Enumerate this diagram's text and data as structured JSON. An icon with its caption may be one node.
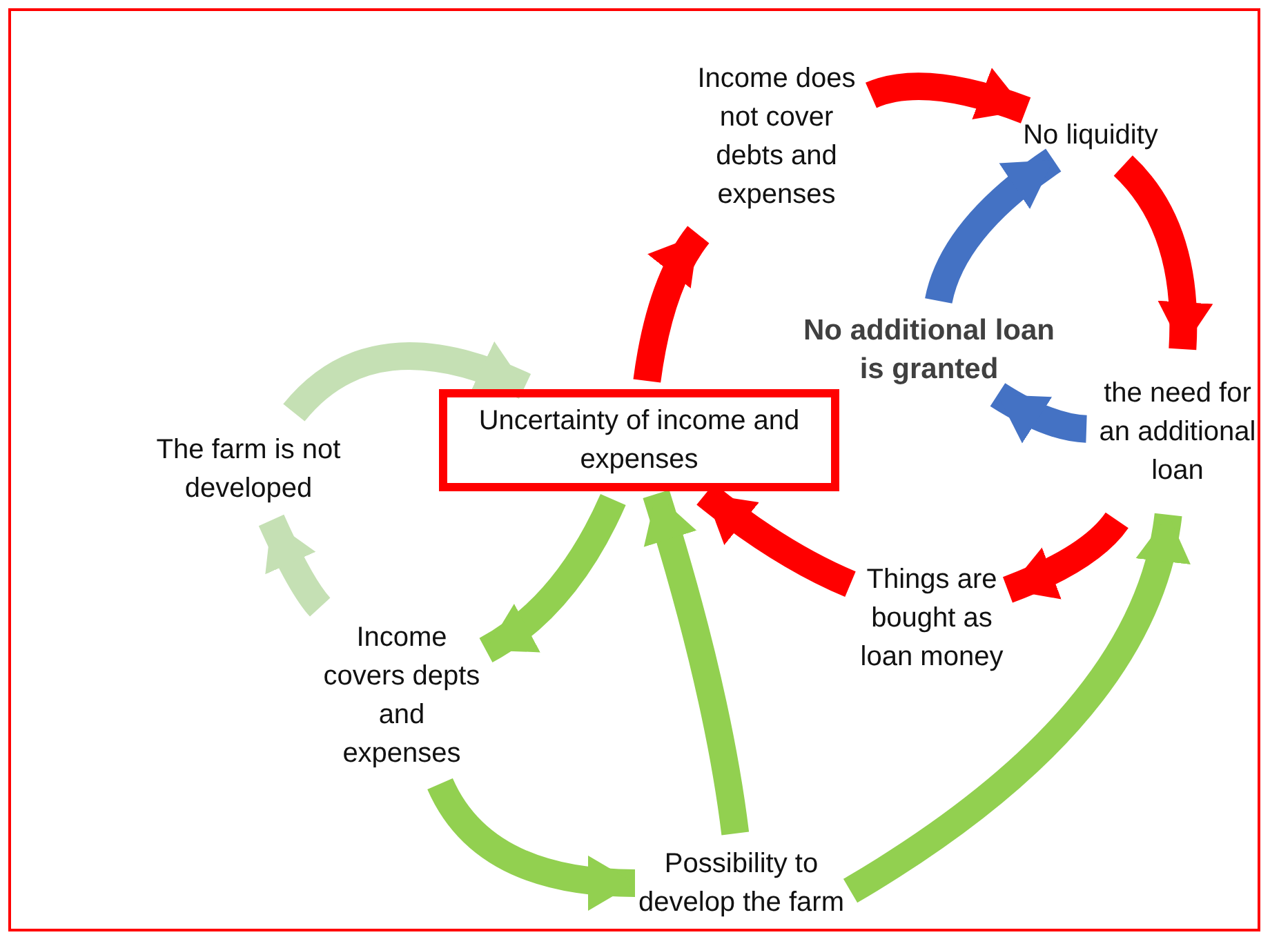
{
  "diagram": {
    "nodes": [
      {
        "text": [
          "Uncertainty of income and expenses"
        ]
      },
      {
        "text": [
          "Income does not cover debts and expenses"
        ]
      },
      {
        "text": [
          "No liquidity"
        ]
      },
      {
        "text": [
          "the need for an additional loan"
        ]
      },
      {
        "text": [
          "No additional loan is granted"
        ]
      },
      {
        "text": [
          "Things are bought as loan money"
        ]
      },
      {
        "text": [
          "Income covers depts and expenses"
        ]
      },
      {
        "text": [
          "Possibility to develop the farm"
        ]
      },
      {
        "text": [
          "The farm is not developed"
        ]
      }
    ],
    "edges": [
      {
        "from": 0,
        "to": 1,
        "arrow": "to",
        "color": "#ff0000"
      },
      {
        "from": 1,
        "to": 2,
        "arrow": "to",
        "color": "#ff0000"
      },
      {
        "from": 2,
        "to": 3,
        "arrow": "to",
        "color": "#ff0000"
      },
      {
        "from": 3,
        "to": 4,
        "arrow": "to",
        "color": "#4472c4"
      },
      {
        "from": 4,
        "to": 2,
        "arrow": "to",
        "color": "#4472c4"
      },
      {
        "from": 3,
        "to": 5,
        "arrow": "to",
        "color": "#ff0000"
      },
      {
        "from": 5,
        "to": 0,
        "arrow": "to",
        "color": "#ff0000"
      },
      {
        "from": 0,
        "to": 6,
        "arrow": "to",
        "color": "#92d050"
      },
      {
        "from": 6,
        "to": 7,
        "arrow": "to",
        "color": "#92d050"
      },
      {
        "from": 7,
        "to": 0,
        "arrow": "to",
        "color": "#92d050"
      },
      {
        "from": 7,
        "to": 3,
        "arrow": "to",
        "color": "#92d050"
      },
      {
        "from": 6,
        "to": 8,
        "arrow": "to",
        "color": "#c5e0b4"
      },
      {
        "from": 8,
        "to": 0,
        "arrow": "to",
        "color": "#c5e0b4"
      }
    ]
  }
}
